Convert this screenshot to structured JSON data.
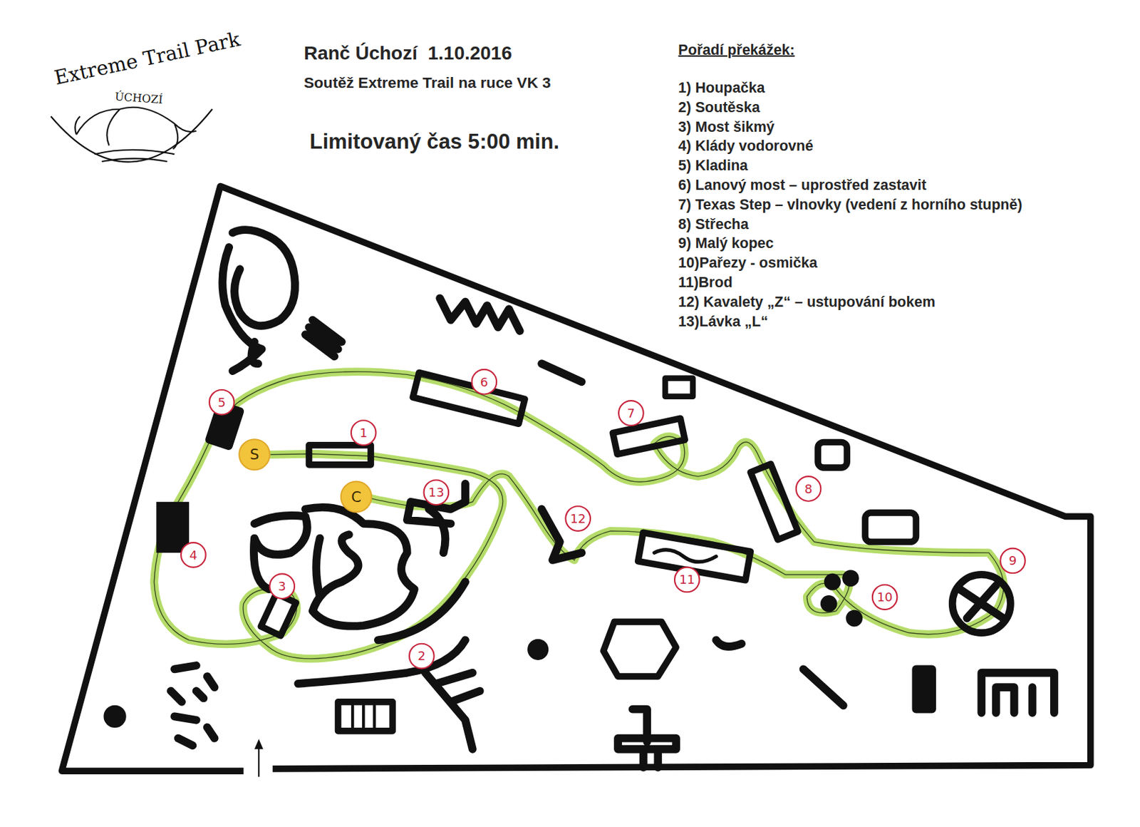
{
  "diagram": {
    "title": "Ranč Úchozí  1.10.2016",
    "nodes": [
      {
        "text": [
          "1"
        ]
      },
      {
        "text": [
          "2"
        ]
      },
      {
        "text": [
          "3"
        ]
      },
      {
        "text": [
          "4"
        ]
      },
      {
        "text": [
          "5"
        ]
      },
      {
        "text": [
          "6"
        ]
      },
      {
        "text": [
          "7"
        ]
      },
      {
        "text": [
          "8"
        ]
      },
      {
        "text": [
          "9"
        ]
      },
      {
        "text": [
          "10"
        ]
      },
      {
        "text": [
          "11"
        ]
      },
      {
        "text": [
          "12"
        ]
      },
      {
        "text": [
          "13"
        ]
      },
      {
        "text": [
          "S"
        ]
      },
      {
        "text": [
          "C"
        ]
      }
    ],
    "labels": [
      "Extreme Trail Park",
      "ÚCHOZÍ",
      "Soutěž Extreme Trail na ruce VK 3",
      "Limitovaný čas 5:00 min.",
      "Pořadí překážek:",
      "1) Houpačka",
      "2) Soutěska",
      "3) Most šikmý",
      "4) Klády vodorovné",
      "5) Kladina",
      "6) Lanový most – uprostřed zastavit",
      "7) Texas Step – vlnovky (vedení z horního stupně)",
      "8) Střecha",
      "9) Malý kopec",
      "10)Pařezy - osmička",
      "11)Brod",
      "12) Kavalety „Z“ – ustupování bokem",
      "13)Lávka „L“"
    ]
  }
}
